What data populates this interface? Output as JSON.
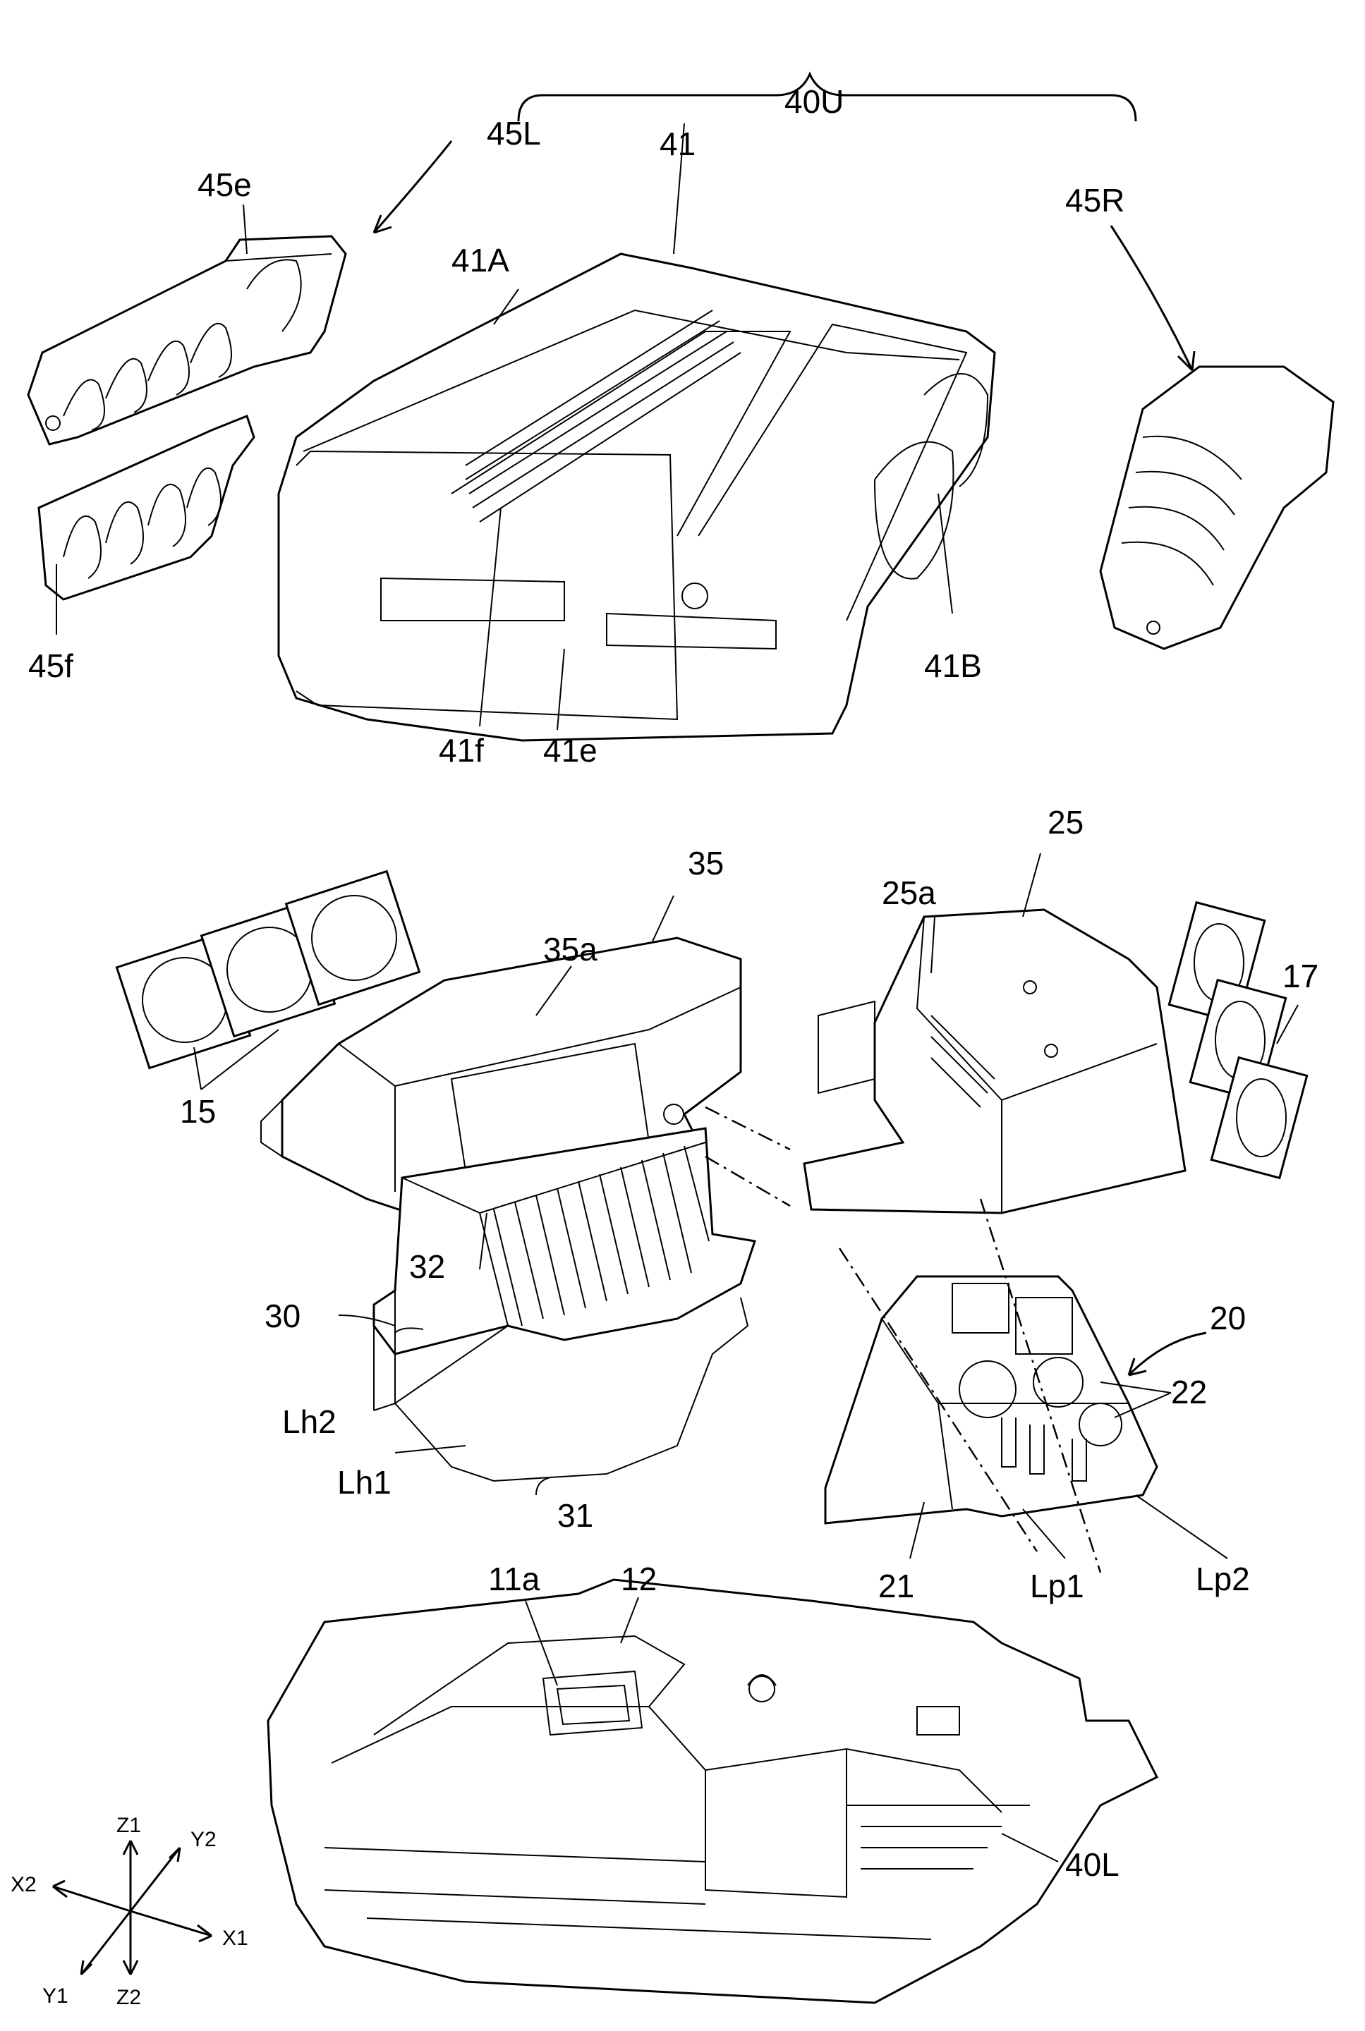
{
  "figure": {
    "labels": {
      "assembly_upper": "40U",
      "side_cover_left": "45L",
      "side_cover_right": "45R",
      "upper_cover": "41",
      "upper_cover_top": "41A",
      "upper_cover_side": "41B",
      "upper_cover_front": "41e",
      "upper_cover_vent": "41f",
      "cover_left_a": "45e",
      "cover_left_b": "45f",
      "duct": "35",
      "duct_opening": "35a",
      "shield": "25",
      "shield_perforation": "25a",
      "fan_left": "15",
      "fan_right": "17",
      "heat_sink": "30",
      "heat_sink_fins": "32",
      "heat_sink_base": "31",
      "heat_line_2": "Lh2",
      "heat_line_1": "Lh1",
      "power_unit": "20",
      "power_board": "21",
      "power_components": "22",
      "power_line_1": "Lp1",
      "power_line_2": "Lp2",
      "board_chip": "11a",
      "board": "12",
      "assembly_lower": "40L"
    },
    "axes": {
      "z_up": "Z1",
      "z_down": "Z2",
      "x_right": "X1",
      "x_left": "X2",
      "y_back": "Y2",
      "y_front": "Y1"
    }
  }
}
